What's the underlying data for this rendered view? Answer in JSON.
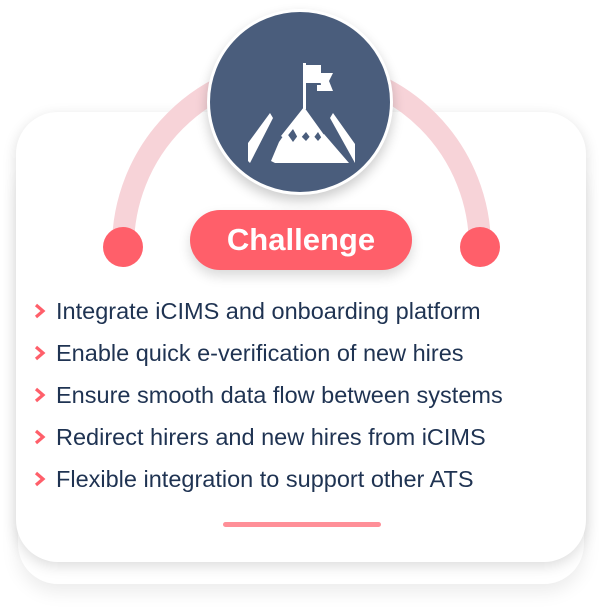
{
  "title": "Challenge",
  "items": [
    "Integrate iCIMS and onboarding platform",
    "Enable quick e-verification of new hires",
    "Ensure smooth data flow between systems",
    "Redirect hirers and new hires from iCIMS",
    "Flexible integration to support other ATS"
  ],
  "colors": {
    "accent": "#ff5f6a",
    "arc": "#f7d3d8",
    "circle": "#4a5d7c",
    "text": "#1f3352"
  },
  "icon": "mountain-flag-icon"
}
